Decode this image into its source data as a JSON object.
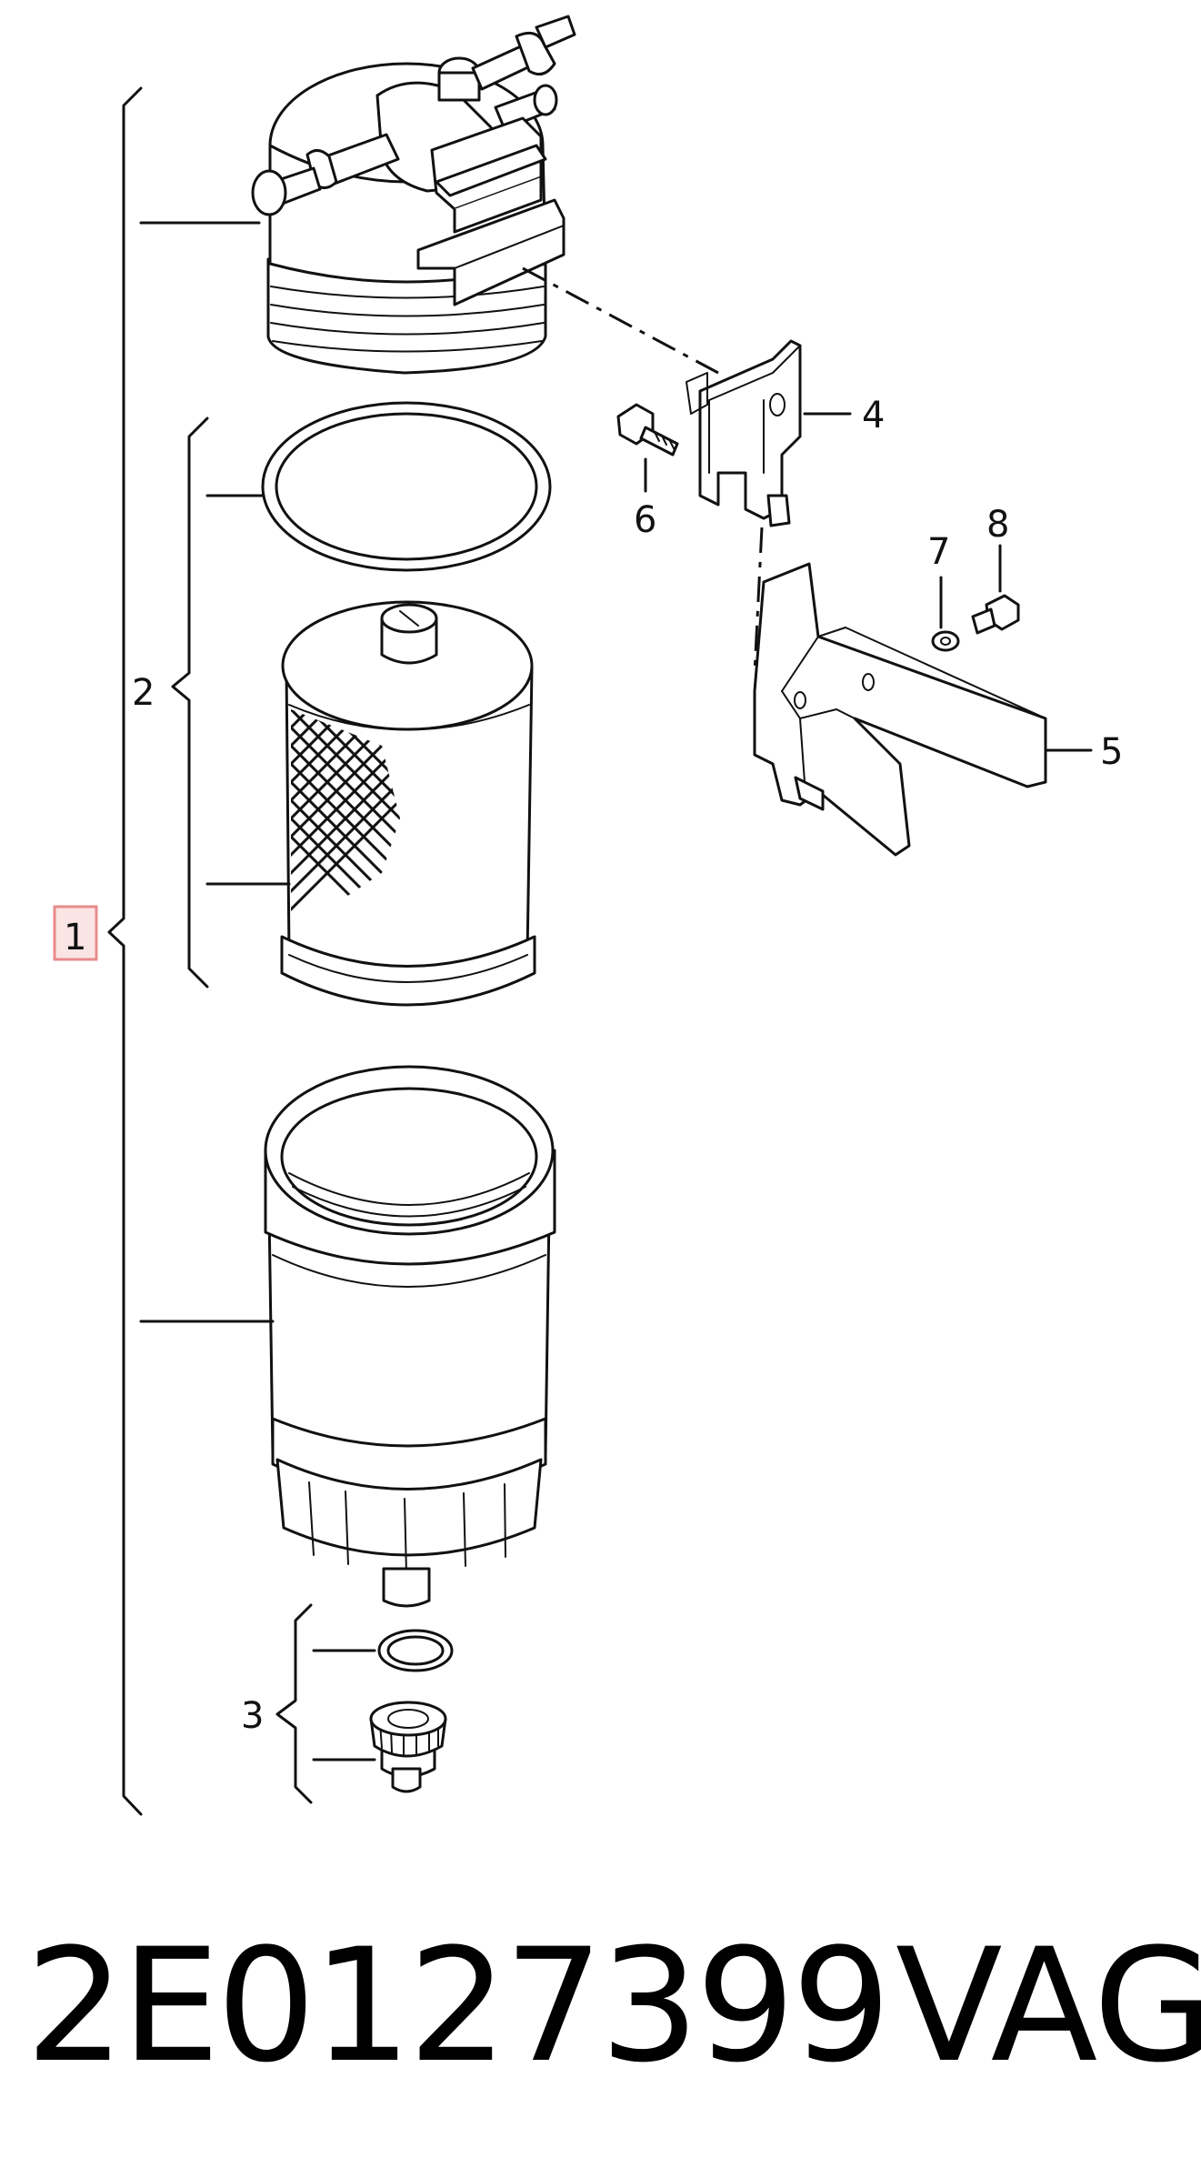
{
  "diagram": {
    "callouts": {
      "c1": "1",
      "c2": "2",
      "c3": "3",
      "c4": "4",
      "c5": "5",
      "c6": "6",
      "c7": "7",
      "c8": "8"
    },
    "highlight_color": "#e88a8a"
  },
  "caption": {
    "part_number": "2E0127399",
    "brand": "VAG"
  }
}
